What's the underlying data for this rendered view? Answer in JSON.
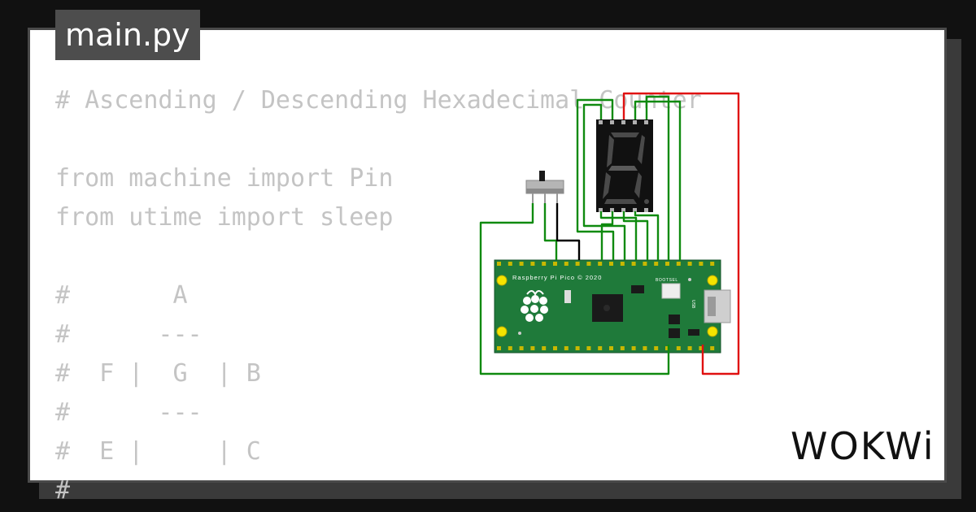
{
  "editor": {
    "filename": "main.py",
    "code_lines": [
      "# Ascending / Descending Hexadecimal Counter",
      "",
      "from machine import Pin",
      "from utime import sleep",
      "",
      "#       A",
      "#      ---",
      "#  F |  G  | B",
      "#      ---",
      "#  E |     | C",
      "#"
    ]
  },
  "board": {
    "label": "Raspberry Pi Pico © 2020",
    "bootsel_label": "BOOTSEL",
    "usb_label": "USB"
  },
  "brand": {
    "logo": "WOKWi"
  },
  "colors": {
    "background": "#111111",
    "card": "#ffffff",
    "tab": "#4d4d4d",
    "code": "#c4c4c4",
    "board_green": "#1f7a3a",
    "wire_green": "#0f8a0f",
    "wire_red": "#e01010",
    "wire_black": "#000000"
  }
}
